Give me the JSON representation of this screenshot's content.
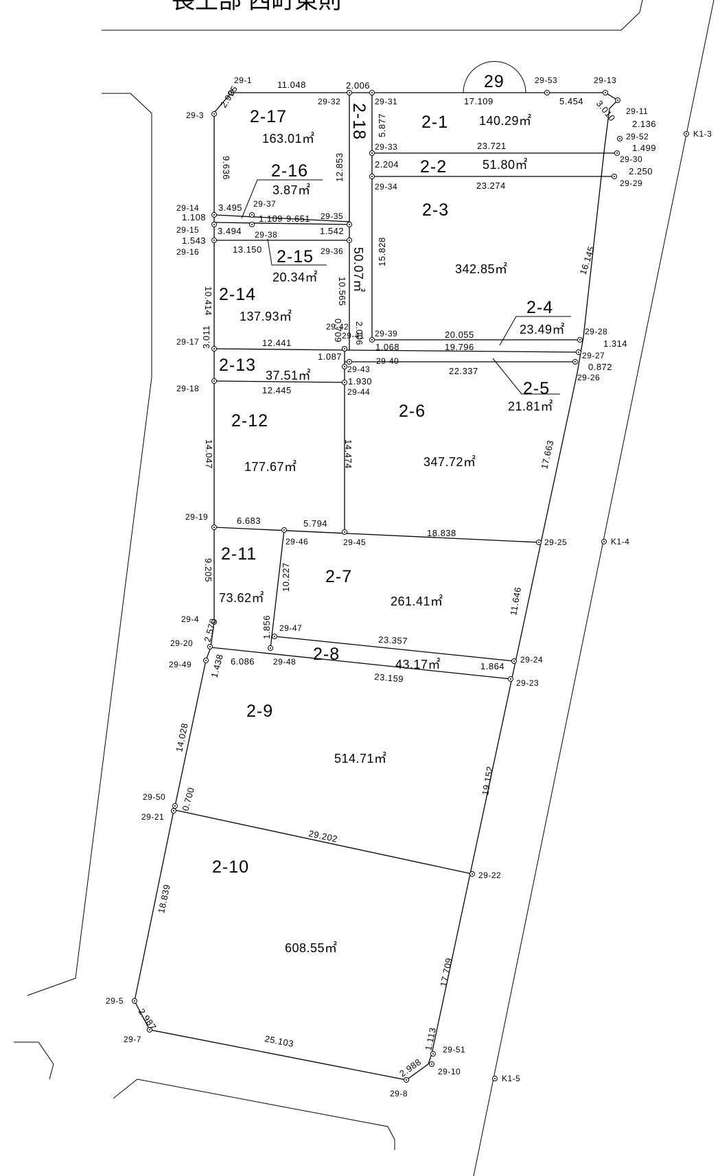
{
  "header": {
    "text": "長土部 西町東則"
  },
  "lots": [
    {
      "id": "2-1",
      "area": "140.29㎡"
    },
    {
      "id": "2-2",
      "area": "51.80㎡"
    },
    {
      "id": "2-3",
      "area": "342.85㎡"
    },
    {
      "id": "2-4",
      "area": "23.49㎡"
    },
    {
      "id": "2-5",
      "area": "21.81㎡"
    },
    {
      "id": "2-6",
      "area": "347.72㎡"
    },
    {
      "id": "2-7",
      "area": "261.41㎡"
    },
    {
      "id": "2-8",
      "area": "43.17㎡"
    },
    {
      "id": "2-9",
      "area": "514.71㎡"
    },
    {
      "id": "2-10",
      "area": "608.55㎡"
    },
    {
      "id": "2-11",
      "area": "73.62㎡"
    },
    {
      "id": "2-12",
      "area": "177.67㎡"
    },
    {
      "id": "2-13",
      "area": "37.51㎡"
    },
    {
      "id": "2-14",
      "area": "137.93㎡"
    },
    {
      "id": "2-15",
      "area": "20.34㎡"
    },
    {
      "id": "2-16",
      "area": "3.87㎡"
    },
    {
      "id": "2-17",
      "area": "163.01㎡"
    },
    {
      "id": "2-18",
      "area": "50.07㎡"
    }
  ],
  "parcel_number": "29",
  "points": [
    "29-1",
    "29-32",
    "29-31",
    "29-53",
    "29-13",
    "29-3",
    "29-11",
    "29-52",
    "29-30",
    "29-29",
    "29-33",
    "29-34",
    "29-14",
    "29-37",
    "29-15",
    "29-38",
    "29-35",
    "29-16",
    "29-36",
    "29-17",
    "29-41",
    "29-42",
    "29-39",
    "29-28",
    "29-27",
    "29-40",
    "29-26",
    "29-43",
    "29-18",
    "29-44",
    "29-19",
    "29-46",
    "29-45",
    "29-25",
    "29-4",
    "29-47",
    "29-20",
    "29-48",
    "29-24",
    "29-49",
    "29-23",
    "29-50",
    "29-21",
    "29-22",
    "29-5",
    "29-7",
    "29-51",
    "29-10",
    "29-8",
    "K1-3",
    "K1-4",
    "K1-5"
  ],
  "dimensions": [
    "11.048",
    "2.006",
    "17.109",
    "5.454",
    "3.010",
    "2.995",
    "2.136",
    "1.499",
    "2.250",
    "5.877",
    "23.721",
    "2.204",
    "23.274",
    "9.636",
    "12.853",
    "3.495",
    "1.108",
    "1.109",
    "9.651",
    "3.494",
    "1.542",
    "1.543",
    "13.150",
    "16.145",
    "15.828",
    "10.414",
    "10.565",
    "0.709",
    "2.006",
    "20.055",
    "1.314",
    "12.441",
    "1.087",
    "1.068",
    "19.796",
    "0.872",
    "22.337",
    "3.011",
    "12.445",
    "1.930",
    "14.047",
    "14.474",
    "17.663",
    "6.683",
    "5.794",
    "18.838",
    "9.205",
    "10.227",
    "11.646",
    "2.570",
    "1.856",
    "23.357",
    "6.086",
    "23.159",
    "1.864",
    "1.438",
    "14.028",
    "19.152",
    "0.700",
    "29.202",
    "18.839",
    "17.709",
    "2.987",
    "25.103",
    "1.113",
    "2.988"
  ]
}
